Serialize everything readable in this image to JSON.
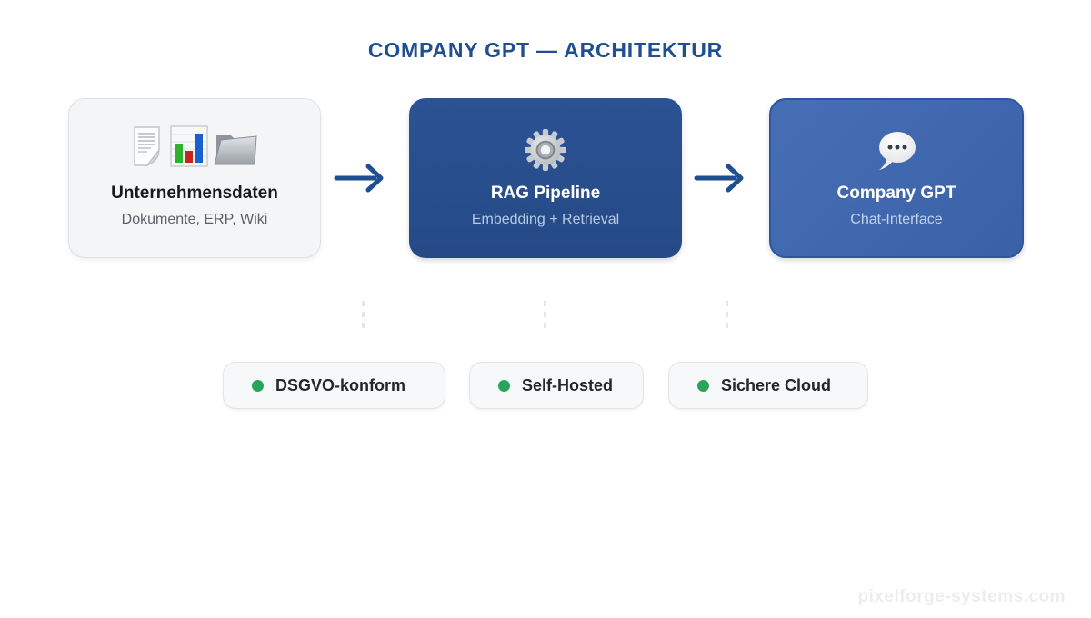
{
  "title": "COMPANY GPT — ARCHITEKTUR",
  "flow": {
    "nodes": [
      {
        "title": "Unternehmensdaten",
        "subtitle": "Dokumente, ERP, Wiki",
        "icons": [
          "document-icon",
          "bar-chart-icon",
          "folder-icon"
        ]
      },
      {
        "title": "RAG Pipeline",
        "subtitle": "Embedding + Retrieval",
        "icons": [
          "gear-icon"
        ]
      },
      {
        "title": "Company GPT",
        "subtitle": "Chat-Interface",
        "icons": [
          "speech-bubble-icon"
        ]
      }
    ]
  },
  "badges": [
    {
      "label": "DSGVO-konform",
      "dot_color": "#27a55b"
    },
    {
      "label": "Self-Hosted",
      "dot_color": "#27a55b"
    },
    {
      "label": "Sichere Cloud",
      "dot_color": "#27a55b"
    }
  ],
  "watermark": "pixelforge-systems.com",
  "colors": {
    "title_blue": "#1e4f93",
    "node_dark_blue": "#2a5190",
    "node_blue": "#3c64ab",
    "node_light": "#f4f5f7",
    "arrow_blue": "#1d4f91",
    "badge_dot_green": "#27a55b",
    "bar_green": "#2fb02f",
    "bar_red": "#c4261d",
    "bar_blue": "#1a5fd0"
  }
}
